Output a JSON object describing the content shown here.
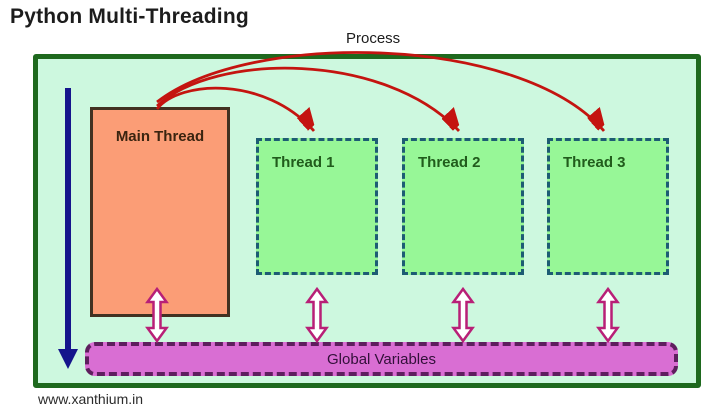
{
  "title": "Python Multi-Threading",
  "process": {
    "label": "Process"
  },
  "main_thread": {
    "label": "Main Thread"
  },
  "threads": [
    {
      "label": "Thread 1"
    },
    {
      "label": "Thread 2"
    },
    {
      "label": "Thread 3"
    }
  ],
  "global_variables": {
    "label": "Global Variables"
  },
  "watermark": "www.xanthium.in",
  "colors": {
    "process_fill": "#cdf8df",
    "process_border": "#1e691e",
    "main_thread_fill": "#fb9d76",
    "main_thread_border": "#423121",
    "thread_fill": "#97f797",
    "thread_border": "#1d5c74",
    "global_fill": "#d96ed3",
    "global_border": "#5e1e5e",
    "fork_arrow": "#c41410",
    "flow_arrow": "#15158c",
    "bidirectional_arrow": "#b81f77"
  }
}
